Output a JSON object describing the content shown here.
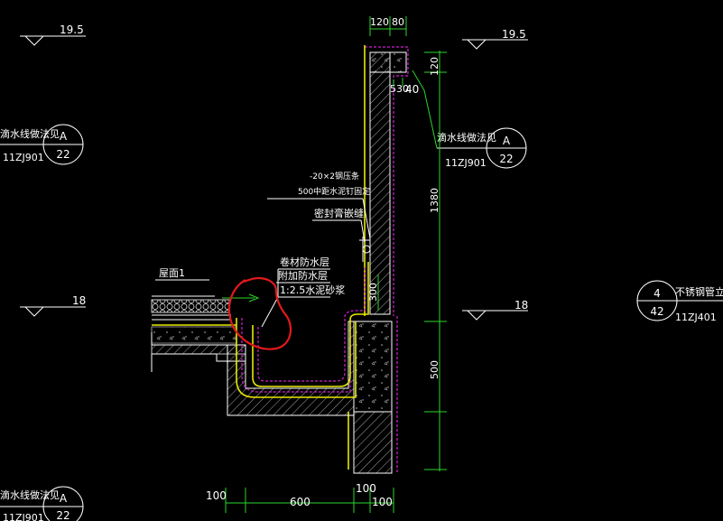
{
  "elevations": {
    "left_top": "19.5",
    "right_top": "19.5",
    "left_mid": "18",
    "right_mid": "18"
  },
  "callouts": {
    "left_top": {
      "text": "滴水线做法见",
      "code": "11ZJ901",
      "upper": "A",
      "lower": "22"
    },
    "right_top": {
      "text": "滴水线做法见",
      "code": "11ZJ901",
      "upper": "A",
      "lower": "22"
    },
    "right_mid": {
      "text": "不锈钢管立杆",
      "code": "11ZJ401",
      "upper": "4",
      "lower": "42"
    },
    "left_bottom": {
      "text": "滴水线做法见",
      "code": "11ZJ901",
      "upper": "A",
      "lower": "22"
    }
  },
  "dimensions": {
    "top_120": "120",
    "top_80": "80",
    "right_120": "120",
    "small_5": "5",
    "small_30": "30",
    "small_40": "40",
    "right_1380": "1380",
    "right_500": "500",
    "vertical_300": "300",
    "bottom_100_left": "100",
    "bottom_600": "600",
    "bottom_100_right": "100",
    "bottom_100_lower": "100"
  },
  "annotations": {
    "steel_bar": "-20×2钢压条",
    "nail": "500中距水泥钉固定",
    "sealant": "密封膏嵌缝",
    "membrane": "卷材防水层",
    "additional": "附加防水层",
    "mortar": "1:2.5水泥砂浆",
    "roof": "屋面1"
  },
  "colors": {
    "background": "#000000",
    "text": "#ffffff",
    "dimension": "#2bd62b",
    "outline": "#e8e800",
    "membrane": "#d020d0",
    "leader": "#00e5e5",
    "markup": "#e11a1a"
  }
}
